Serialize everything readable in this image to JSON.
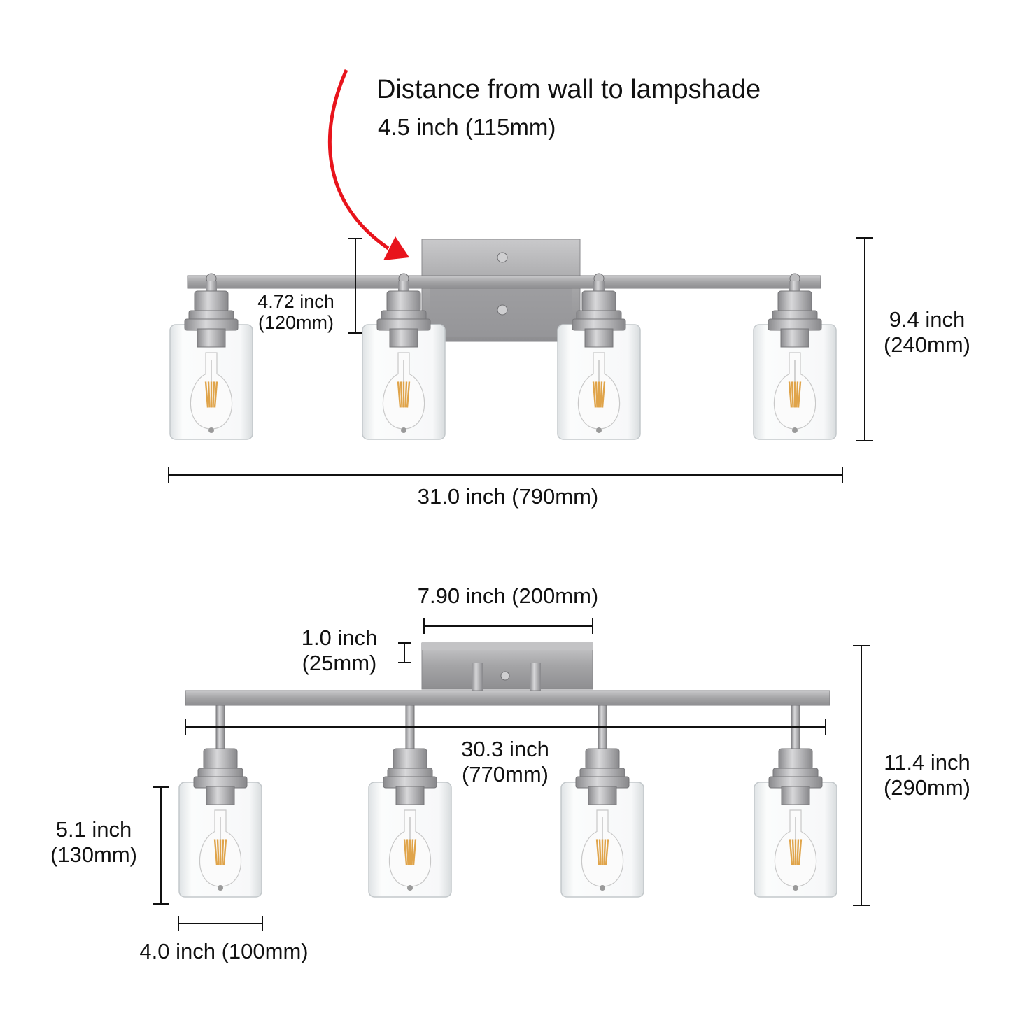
{
  "top_view": {
    "callout_title": "Distance from wall to lampshade",
    "callout_value": "4.5 inch (115mm)",
    "bar_offset": {
      "inch": "4.72 inch",
      "mm": "(120mm)"
    },
    "height": {
      "inch": "9.4 inch",
      "mm": "(240mm)"
    },
    "width": "31.0 inch (790mm)",
    "shade_count": 4,
    "arrow_color": "#e8141c"
  },
  "bottom_view": {
    "plate_width": "7.90 inch (200mm)",
    "plate_depth": {
      "inch": "1.0 inch",
      "mm": "(25mm)"
    },
    "bar_length": {
      "inch": "30.3 inch",
      "mm": "(770mm)"
    },
    "height": {
      "inch": "11.4 inch",
      "mm": "(290mm)"
    },
    "shade_height": {
      "inch": "5.1 inch",
      "mm": "(130mm)"
    },
    "shade_width": "4.0 inch (100mm)",
    "shade_count": 4
  },
  "colors": {
    "metal": "#a9a9ab",
    "metal_dark": "#7d7d80",
    "metal_light": "#d6d6d8",
    "glass": "#f4f6f7",
    "filament": "#e0a44a"
  }
}
